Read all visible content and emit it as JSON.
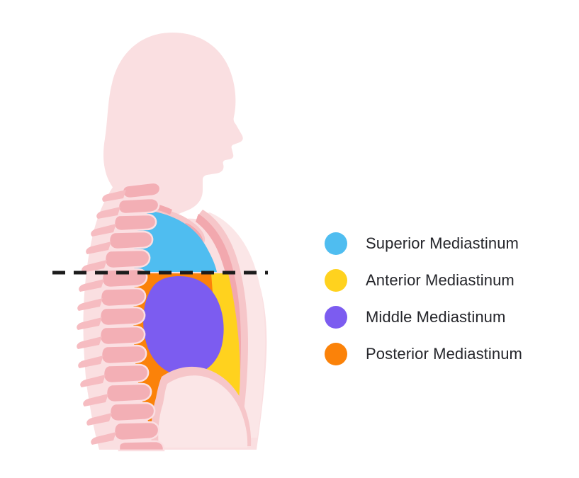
{
  "figure": {
    "name": "lateral-thorax-mediastinum-diagram",
    "dashed_line_label": "",
    "colors": {
      "body_silhouette": "#fadfe1",
      "body_silhouette_light": "#fbe6e7",
      "chest_wall": "#f6c6c9",
      "bone_pink": "#f2a8ae",
      "bone_pink_light": "#f6bcc1",
      "vertebra_fill": "#f3afb5",
      "vertebra_outline": "#fbdfe2",
      "superior": "#4fbdf0",
      "anterior": "#ffd21e",
      "middle": "#7c5cf0",
      "posterior": "#fb8209",
      "dashed_line": "#1c1c1c",
      "background": "#ffffff"
    }
  },
  "legend": {
    "items": [
      {
        "label": "Superior Mediastinum",
        "color": "#4fbdf0",
        "dot_name": "legend-dot-superior"
      },
      {
        "label": "Anterior Mediastinum",
        "color": "#ffd21e",
        "dot_name": "legend-dot-anterior"
      },
      {
        "label": "Middle Mediastinum",
        "color": "#7c5cf0",
        "dot_name": "legend-dot-middle"
      },
      {
        "label": "Posterior Mediastinum",
        "color": "#fb8209",
        "dot_name": "legend-dot-posterior"
      }
    ]
  },
  "regions": [
    {
      "name": "superior-mediastinum",
      "label": "Superior Mediastinum",
      "color": "#4fbdf0"
    },
    {
      "name": "anterior-mediastinum",
      "label": "Anterior Mediastinum",
      "color": "#ffd21e"
    },
    {
      "name": "middle-mediastinum",
      "label": "Middle Mediastinum",
      "color": "#7c5cf0"
    },
    {
      "name": "posterior-mediastinum",
      "label": "Posterior Mediastinum",
      "color": "#fb8209"
    }
  ]
}
